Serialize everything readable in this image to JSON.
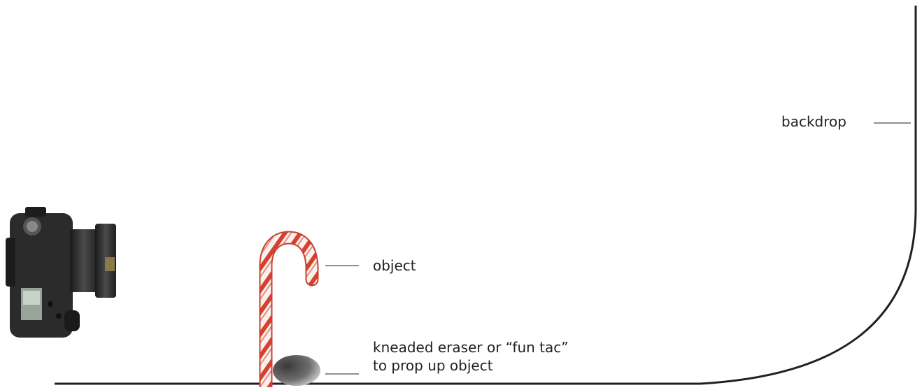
{
  "labels": {
    "backdrop": "backdrop",
    "object": "object",
    "eraser_line1": "kneaded eraser or “fun tac”",
    "eraser_line2": "to prop up object"
  },
  "colors": {
    "line": "#231f20",
    "camera_body": "#2b2b2b",
    "candy_red": "#d8402e",
    "candy_white": "#f7f1ee",
    "eraser": "#5a5a5a"
  },
  "icons": {
    "camera": "camera-icon",
    "object": "candy-cane-icon",
    "prop": "eraser-blob-icon"
  }
}
